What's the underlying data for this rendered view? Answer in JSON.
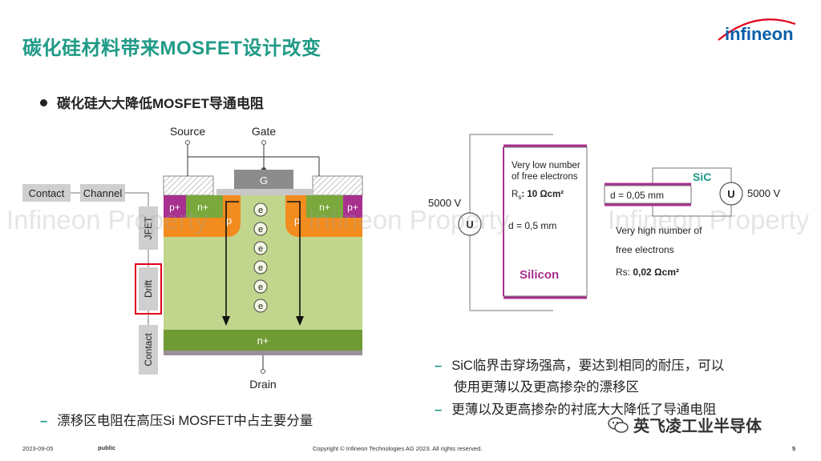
{
  "slide": {
    "title": "碳化硅材料带来MOSFET设计改变",
    "bullet": "碳化硅大大降低MOSFET导通电阻",
    "left_note": "漂移区电阻在高压Si MOSFET中占主要分量",
    "right_notes": [
      "SiC临界击穿场强高，要达到相同的耐压，可以",
      "使用更薄以及更高掺杂的漂移区",
      "更薄以及更高掺杂的衬底大大降低了导通电阻"
    ],
    "page_number": "5"
  },
  "brand": {
    "logo_text": "infineon",
    "accent_color": "#1f9a86",
    "logo_color": "#0a5fa8",
    "logo_arc_color": "#e1001a"
  },
  "watermark": "Infineon Property",
  "footer": {
    "date": "2023-09-05",
    "classification": "public",
    "copyright": "Copyright © Infineon Technologies AG 2023. All rights reserved.",
    "wechat_account": "英飞凌工业半导体"
  },
  "mosfet_diagram": {
    "terminal_source": "Source",
    "terminal_gate": "Gate",
    "terminal_drain": "Drain",
    "gate_label": "G",
    "p_plus": "p+",
    "n_plus_top": "n+",
    "p_body": "p",
    "n_plus_bottom": "n+",
    "electron": "e",
    "resistor_labels": [
      "Contact",
      "Channel",
      "JFET",
      "Drift",
      "Contact"
    ],
    "highlighted": "Drift"
  },
  "silicon_diagram": {
    "voltage": "5000 V",
    "meter": "U",
    "line1": "Very low number",
    "line2": "of free electrons",
    "rs_prefix": "R",
    "rs_sub": "s",
    "rs_value": ": 10 Ωcm²",
    "thickness": "d = 0,5 mm",
    "material": "Silicon"
  },
  "sic_diagram": {
    "material": "SiC",
    "thickness": "d = 0,05 mm",
    "meter": "U",
    "voltage": "5000 V",
    "line1": "Very high number of",
    "line2": "free electrons",
    "rs_label": "Rs: ",
    "rs_value": "0,02 Ωcm²"
  }
}
